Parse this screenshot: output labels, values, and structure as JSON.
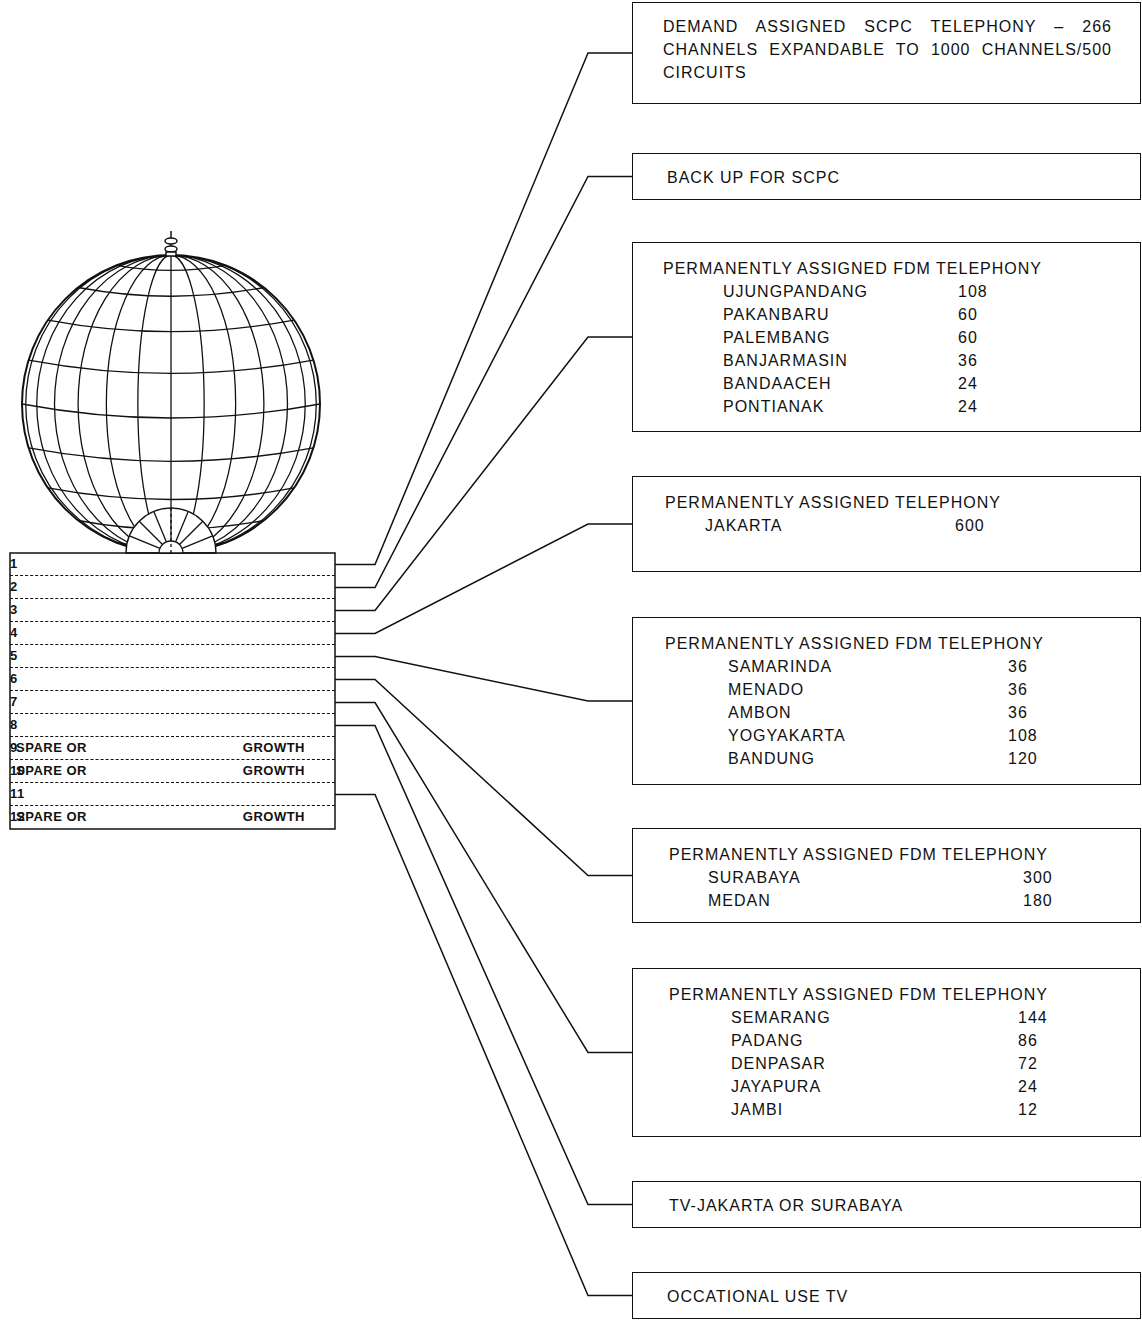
{
  "diagram": {
    "nodes": [
      {
        "text": [
          "1"
        ]
      },
      {
        "text": [
          "2"
        ]
      },
      {
        "text": [
          "3"
        ]
      },
      {
        "text": [
          "4"
        ]
      },
      {
        "text": [
          "5"
        ]
      },
      {
        "text": [
          "6"
        ]
      },
      {
        "text": [
          "7"
        ]
      },
      {
        "text": [
          "8"
        ]
      },
      {
        "text": [
          "SPARE OR",
          "9",
          "GROWTH"
        ]
      },
      {
        "text": [
          "SPARE OR",
          "10",
          "GROWTH"
        ]
      },
      {
        "text": [
          "11"
        ]
      },
      {
        "text": [
          "SPARE OR",
          "12",
          "GROWTH"
        ]
      },
      {
        "text": [
          "DEMAND ASSIGNED SCPC TELEPHONY – 266 CHANNELS EXPANDABLE TO 1000 CHANNELS/500 CIRCUITS"
        ]
      },
      {
        "text": [
          "BACK UP FOR SCPC"
        ]
      },
      {
        "text": [
          "PERMANENTLY ASSIGNED FDM TELEPHONY",
          "UJUNGPANDANG",
          "108",
          "PAKANBARU",
          "60",
          "PALEMBANG",
          "60",
          "BANJARMASIN",
          "36",
          "BANDAACEH",
          "24",
          "PONTIANAK",
          "24"
        ]
      },
      {
        "text": [
          "PERMANENTLY ASSIGNED TELEPHONY",
          "JAKARTA",
          "600"
        ]
      },
      {
        "text": [
          "PERMANENTLY ASSIGNED FDM TELEPHONY",
          "SAMARINDA",
          "36",
          "MENADO",
          "36",
          "AMBON",
          "36",
          "YOGYAKARTA",
          "108",
          "BANDUNG",
          "120"
        ]
      },
      {
        "text": [
          "PERMANENTLY ASSIGNED FDM TELEPHONY",
          "SURABAYA",
          "300",
          "MEDAN",
          "180"
        ]
      },
      {
        "text": [
          "PERMANENTLY ASSIGNED FDM TELEPHONY",
          "SEMARANG",
          "144",
          "PADANG",
          "86",
          "DENPASAR",
          "72",
          "JAYAPURA",
          "24",
          "JAMBI",
          "12"
        ]
      },
      {
        "text": [
          "TV-JAKARTA OR SURABAYA"
        ]
      },
      {
        "text": [
          "OCCATIONAL USE TV"
        ]
      }
    ],
    "edges": [
      {
        "from": 0,
        "to": 12,
        "arrow": "none"
      },
      {
        "from": 1,
        "to": 13,
        "arrow": "none"
      },
      {
        "from": 2,
        "to": 14,
        "arrow": "none"
      },
      {
        "from": 3,
        "to": 15,
        "arrow": "none"
      },
      {
        "from": 4,
        "to": 16,
        "arrow": "none"
      },
      {
        "from": 5,
        "to": 17,
        "arrow": "none"
      },
      {
        "from": 6,
        "to": 18,
        "arrow": "none"
      },
      {
        "from": 7,
        "to": 19,
        "arrow": "none"
      },
      {
        "from": 10,
        "to": 20,
        "arrow": "none"
      }
    ]
  }
}
